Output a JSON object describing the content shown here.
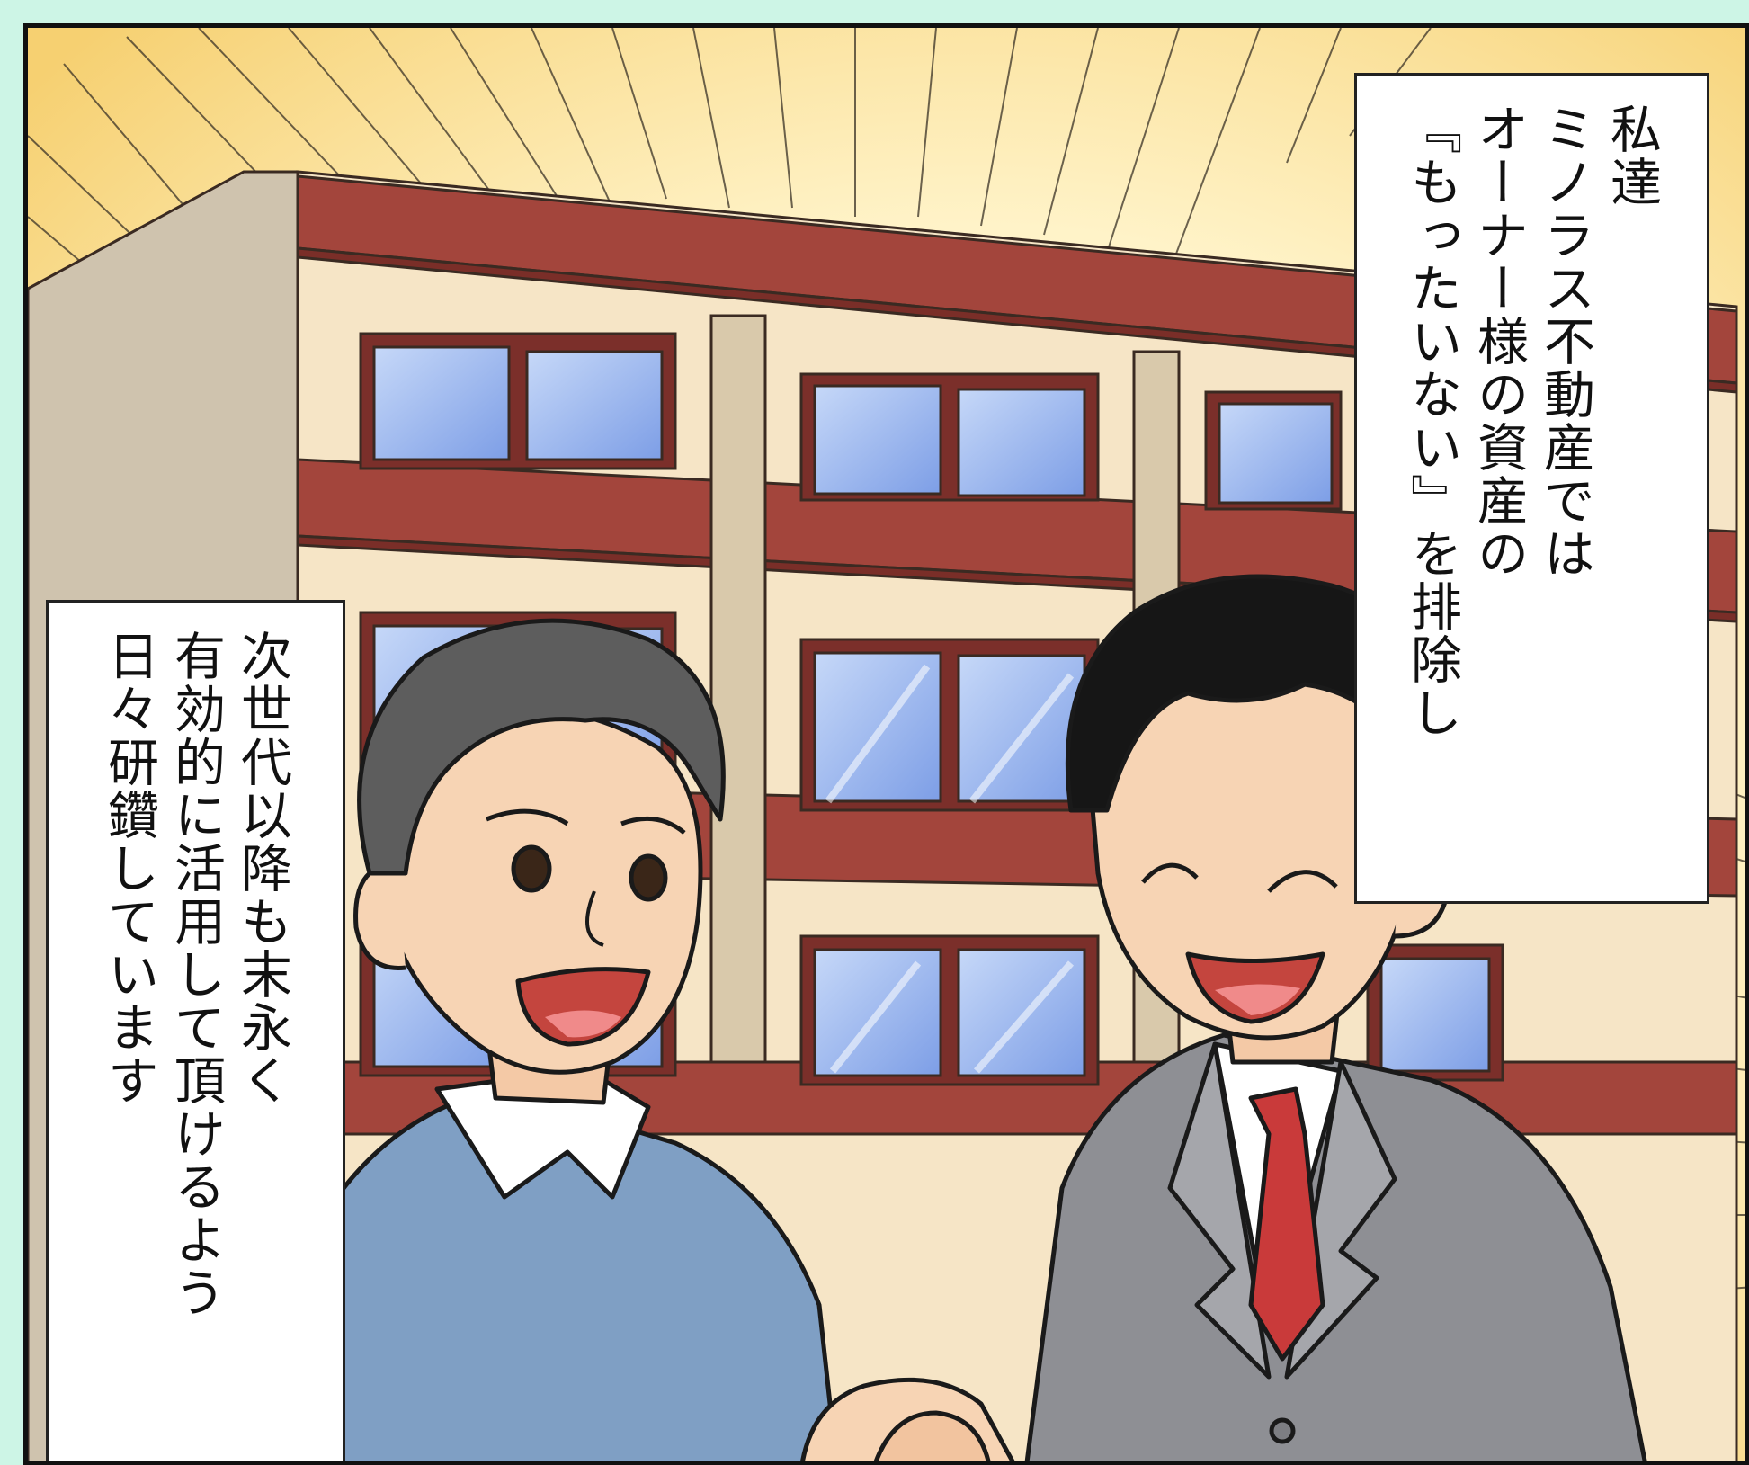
{
  "captions": {
    "right": {
      "lines": [
        "私達",
        "ミノラス不動産では",
        "オーナー様の資産の",
        "『もったいない』を排除し"
      ]
    },
    "left": {
      "lines": [
        "次世代以降も末永く",
        "有効的に活用して頂けるよう",
        "日々研鑽しています"
      ]
    }
  },
  "colors": {
    "background": "#cdf5e6",
    "panel_bg": "#fdebb0",
    "building_wall": "#f6e5c6",
    "balcony": "#a3453c",
    "window_glass": "#9ab8ee",
    "sweater": "#7f9fc4",
    "suit": "#8e8f94",
    "tie": "#c93a3a"
  },
  "icons": [
    "apartment-building-illustration",
    "elderly-man-illustration",
    "businessman-illustration",
    "handshake-illustration"
  ]
}
